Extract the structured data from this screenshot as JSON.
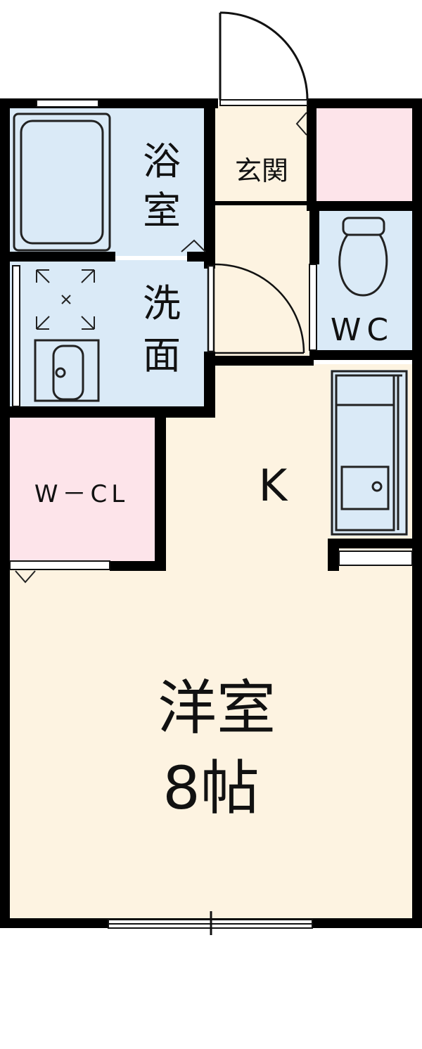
{
  "rooms": {
    "bath": "浴室",
    "entrance": "玄関",
    "washroom": "洗面",
    "toilet": "WC",
    "closet": "W－CL",
    "kitchen": "K",
    "western_room": "洋室",
    "western_room_size": "8帖"
  },
  "colors": {
    "wall": "#000000",
    "bath_fill": "#daeaf7",
    "entrance_fill": "#fdf3e1",
    "closet_fill": "#fde4ea",
    "room_fill": "#fdf3e1",
    "fixture_stroke": "#222222"
  }
}
